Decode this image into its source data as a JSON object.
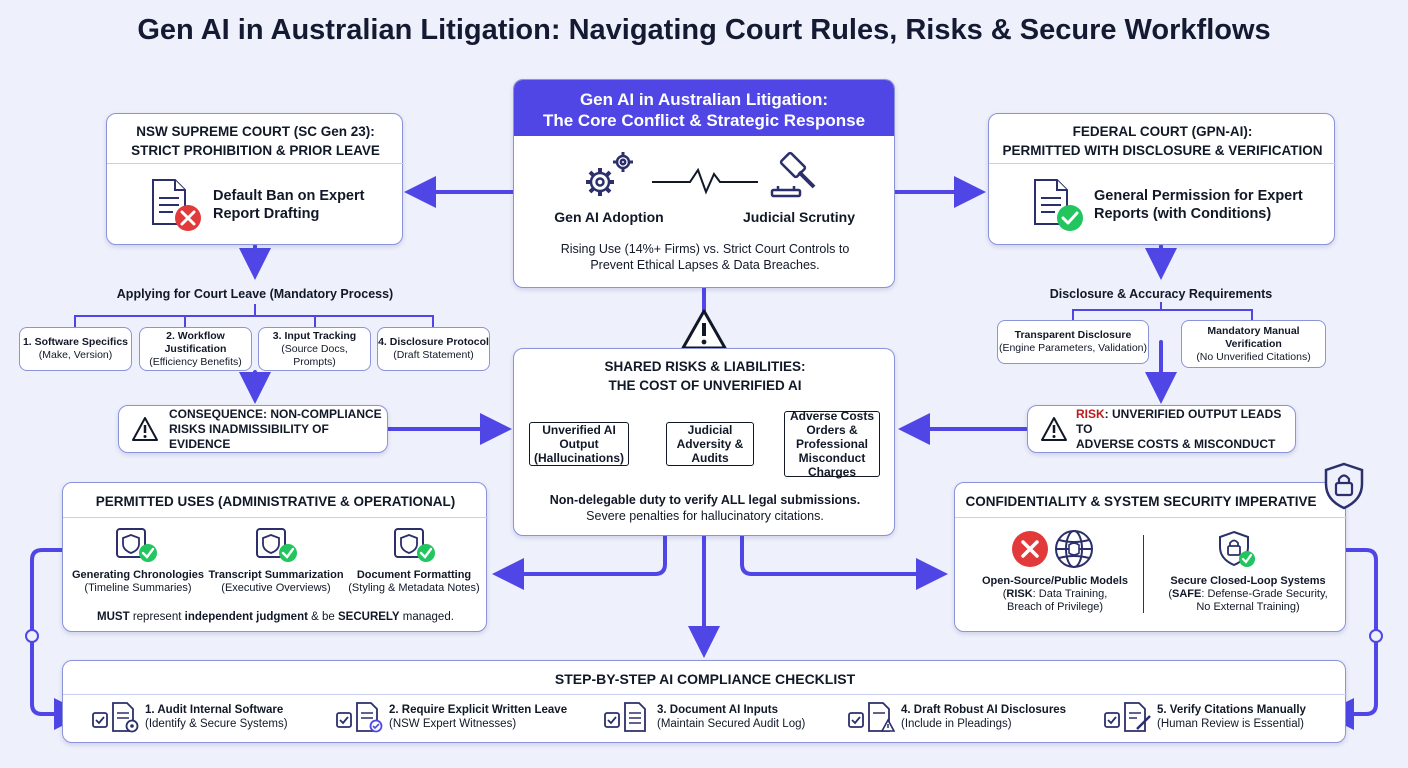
{
  "title": "Gen AI in Australian Litigation: Navigating Court Rules, Risks & Secure Workflows",
  "core": {
    "header_line1": "Gen AI in Australian Litigation:",
    "header_line2": "The Core Conflict & Strategic Response",
    "left_label": "Gen AI Adoption",
    "right_label": "Judicial Scrutiny",
    "desc_line1": "Rising Use (14%+ Firms) vs. Strict Court Controls to",
    "desc_line2": "Prevent Ethical Lapses & Data Breaches."
  },
  "nsw": {
    "title_line1": "NSW SUPREME COURT (SC Gen 23):",
    "title_line2": "STRICT PROHIBITION & PRIOR LEAVE",
    "body_line1": "Default Ban on Expert",
    "body_line2": "Report Drafting"
  },
  "federal": {
    "title_line1": "FEDERAL COURT (GPN-AI):",
    "title_line2": "PERMITTED WITH DISCLOSURE & VERIFICATION",
    "body_line1": "General Permission for Expert",
    "body_line2": "Reports (with Conditions)"
  },
  "leave": {
    "heading": "Applying for Court Leave (Mandatory Process)",
    "items": [
      {
        "title": "1. Software Specifics",
        "sub": "(Make, Version)"
      },
      {
        "title": "2. Workflow Justification",
        "sub": "(Efficiency Benefits)"
      },
      {
        "title": "3. Input Tracking",
        "sub": "(Source Docs, Prompts)"
      },
      {
        "title": "4. Disclosure Protocol",
        "sub": "(Draft Statement)"
      }
    ]
  },
  "disclosure": {
    "heading": "Disclosure & Accuracy Requirements",
    "items": [
      {
        "title": "Transparent Disclosure",
        "sub": "(Engine Parameters, Validation)"
      },
      {
        "title": "Mandatory Manual Verification",
        "sub": "(No Unverified Citations)"
      }
    ]
  },
  "consequence": {
    "line1": "CONSEQUENCE: NON-COMPLIANCE",
    "line2": "RISKS INADMISSIBILITY OF EVIDENCE"
  },
  "risk": {
    "prefix": "RISK",
    "line1_rest": ": UNVERIFIED OUTPUT LEADS TO",
    "line2": "ADVERSE COSTS & MISCONDUCT"
  },
  "shared": {
    "title_line1": "SHARED RISKS & LIABILITIES:",
    "title_line2": "THE COST OF UNVERIFIED AI",
    "chain": [
      "Unverified AI Output (Hallucinations)",
      "Judicial Adversity & Audits",
      "Adverse Costs Orders & Professional Misconduct Charges"
    ],
    "duty_line1_a": "Non-delegable duty to verify ",
    "duty_line1_b": "ALL",
    "duty_line1_c": " legal submissions.",
    "duty_line2": "Severe penalties for hallucinatory citations."
  },
  "permitted": {
    "title": "PERMITTED USES (ADMINISTRATIVE & OPERATIONAL)",
    "items": [
      {
        "title": "Generating Chronologies",
        "sub": "(Timeline Summaries)"
      },
      {
        "title": "Transcript Summarization",
        "sub": "(Executive Overviews)"
      },
      {
        "title": "Document Formatting",
        "sub": "(Styling & Metadata Notes)"
      }
    ],
    "footer_must": "MUST",
    "footer_mid1": " represent ",
    "footer_judgment": "independent judgment",
    "footer_mid2": " & be ",
    "footer_securely": "SECURELY",
    "footer_end": " managed."
  },
  "security": {
    "title": "CONFIDENTIALITY & SYSTEM SECURITY IMPERATIVE",
    "left_title": "Open-Source/Public Models",
    "left_risk": "RISK",
    "left_sub1": ": Data Training,",
    "left_sub2": "Breach of Privilege)",
    "right_title": "Secure Closed-Loop Systems",
    "right_safe": "SAFE",
    "right_sub1": ": Defense-Grade Security,",
    "right_sub2": "No External Training)"
  },
  "checklist": {
    "title": "STEP-BY-STEP AI COMPLIANCE CHECKLIST",
    "steps": [
      {
        "title": "1. Audit Internal Software",
        "sub": "(Identify & Secure Systems)"
      },
      {
        "title": "2. Require Explicit Written Leave",
        "sub": "(NSW Expert Witnesses)"
      },
      {
        "title": "3. Document AI Inputs",
        "sub": "(Maintain Secured Audit Log)"
      },
      {
        "title": "4. Draft Robust AI Disclosures",
        "sub": "(Include in Pleadings)"
      },
      {
        "title": "5. Verify Citations Manually",
        "sub": "(Human Review is Essential)"
      }
    ]
  },
  "colors": {
    "accent": "#4f46e5",
    "danger": "#e23a3a",
    "success": "#22c55e",
    "background": "#eef0fb",
    "border": "#8b93d9"
  }
}
